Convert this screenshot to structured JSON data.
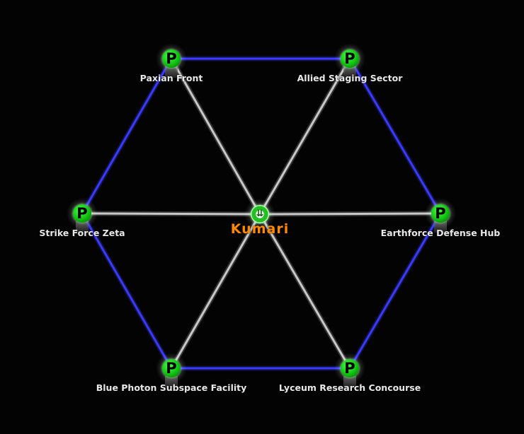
{
  "map": {
    "home_planet": {
      "id": "kumari",
      "name": "Kumari",
      "icon": "home-chevron-icon",
      "label_color": "#ff8a00"
    },
    "planets": [
      {
        "id": "paxian",
        "name": "Paxian Front",
        "icon": "P"
      },
      {
        "id": "allied",
        "name": "Allied Staging Sector",
        "icon": "P"
      },
      {
        "id": "strike",
        "name": "Strike Force Zeta",
        "icon": "P"
      },
      {
        "id": "earth",
        "name": "Earthforce Defense Hub",
        "icon": "P"
      },
      {
        "id": "blue",
        "name": "Blue Photon Subspace Facility",
        "icon": "P"
      },
      {
        "id": "lyceum",
        "name": "Lyceum Research Concourse",
        "icon": "P"
      }
    ],
    "lanes": [
      {
        "from": "paxian",
        "to": "allied",
        "type": "phase"
      },
      {
        "from": "allied",
        "to": "earth",
        "type": "phase"
      },
      {
        "from": "earth",
        "to": "lyceum",
        "type": "phase"
      },
      {
        "from": "lyceum",
        "to": "blue",
        "type": "phase"
      },
      {
        "from": "blue",
        "to": "strike",
        "type": "phase"
      },
      {
        "from": "strike",
        "to": "paxian",
        "type": "phase"
      },
      {
        "from": "kumari",
        "to": "paxian",
        "type": "standard"
      },
      {
        "from": "kumari",
        "to": "allied",
        "type": "standard"
      },
      {
        "from": "kumari",
        "to": "strike",
        "type": "standard"
      },
      {
        "from": "kumari",
        "to": "earth",
        "type": "standard"
      },
      {
        "from": "kumari",
        "to": "blue",
        "type": "standard"
      },
      {
        "from": "kumari",
        "to": "lyceum",
        "type": "standard"
      }
    ],
    "colors": {
      "phase": "#3a3aff",
      "standard": "#c8c8c8",
      "planet": "#10c010"
    }
  }
}
